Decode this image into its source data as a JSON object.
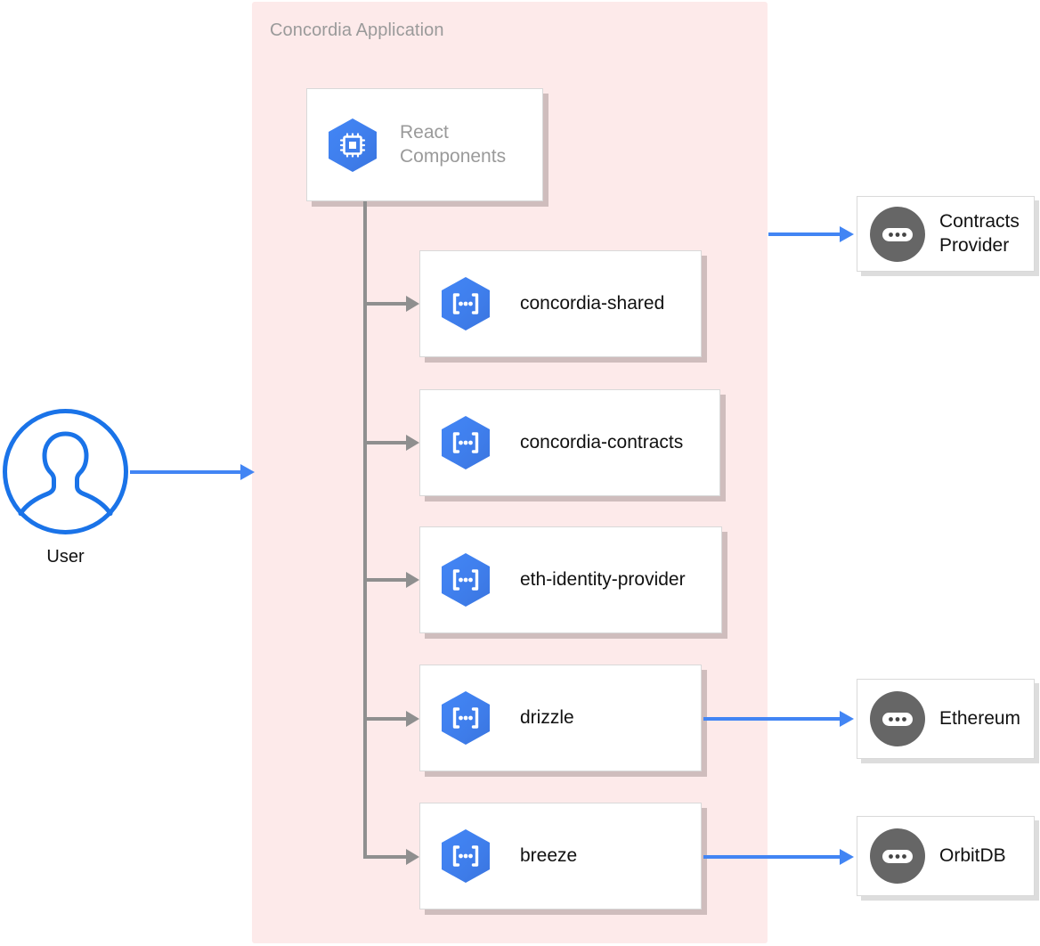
{
  "group": {
    "title": "Concordia Application",
    "background_color": "#fdeaea"
  },
  "actor": {
    "name": "User",
    "icon": "user-circle-icon",
    "color": "#1a73e8"
  },
  "root_node": {
    "label": "React\nComponents",
    "icon": "hexagon-chip-icon",
    "icon_color": "#4285f4",
    "label_color": "#9a9a9a"
  },
  "packages": [
    {
      "label": "concordia-shared",
      "icon": "hexagon-code-icon",
      "icon_color": "#4285f4"
    },
    {
      "label": "concordia-contracts",
      "icon": "hexagon-code-icon",
      "icon_color": "#4285f4"
    },
    {
      "label": "eth-identity-provider",
      "icon": "hexagon-code-icon",
      "icon_color": "#4285f4"
    },
    {
      "label": "drizzle",
      "icon": "hexagon-code-icon",
      "icon_color": "#4285f4"
    },
    {
      "label": "breeze",
      "icon": "hexagon-code-icon",
      "icon_color": "#4285f4"
    }
  ],
  "external_nodes": [
    {
      "label": "Contracts\nProvider",
      "icon": "circle-node-icon",
      "icon_color": "#666666"
    },
    {
      "label": "Ethereum",
      "icon": "circle-node-icon",
      "icon_color": "#666666"
    },
    {
      "label": "OrbitDB",
      "icon": "circle-node-icon",
      "icon_color": "#666666"
    }
  ],
  "connections": {
    "user_to_app": {
      "color": "#4285f4",
      "from": "User",
      "to": "Concordia Application"
    },
    "app_to_contracts_provider": {
      "color": "#4285f4",
      "from": "Concordia Application",
      "to": "Contracts Provider"
    },
    "drizzle_to_ethereum": {
      "color": "#4285f4",
      "from": "drizzle",
      "to": "Ethereum"
    },
    "breeze_to_orbitdb": {
      "color": "#4285f4",
      "from": "breeze",
      "to": "OrbitDB"
    },
    "tree_color": "#8f8f8f"
  }
}
